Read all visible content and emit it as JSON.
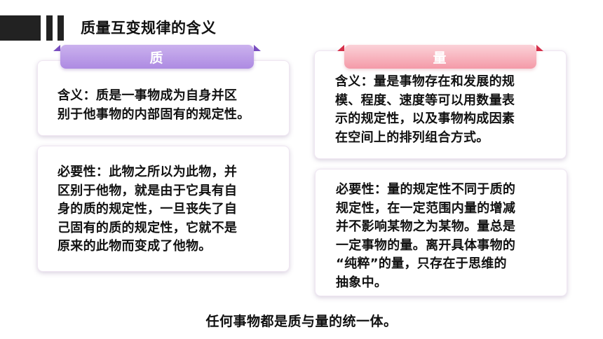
{
  "header": {
    "title": "质量互变规律的含义"
  },
  "quality": {
    "label": "质",
    "meaning": [
      "含义：质是一事物成为自身并区",
      "别于他事物的内部固有的规定性。"
    ],
    "necessity": [
      "必要性：此物之所以为此物，并",
      "区别于他物，就是由于它具有自",
      "身的质的规定性，一旦丧失了自",
      "己固有的质的规定性，它就不是",
      "原来的此物而变成了他物。"
    ]
  },
  "quantity": {
    "label": "量",
    "meaning": [
      "含义：量是事物存在和发展的规",
      "模、程度、速度等可以用数量表",
      "示的规定性，以及事物构成因素",
      "在空间上的排列组合方式。"
    ],
    "necessity": [
      "必要性：量的规定性不同于质的",
      "规定性，在一定范围内量的增减",
      "并不影响某物之为某物。量总是",
      "一定事物的量。离开具体事物的",
      "“纯粹”的量，只存在于思维的",
      "抽象中。"
    ]
  },
  "footer": {
    "text": "任何事物都是质与量的统一体。"
  },
  "colors": {
    "header_bar": "#222222",
    "quality_tab": "#b896e6",
    "quality_fold": "#7a4fc0",
    "quantity_tab": "#f6a9b5",
    "quantity_fold": "#d6304a"
  }
}
